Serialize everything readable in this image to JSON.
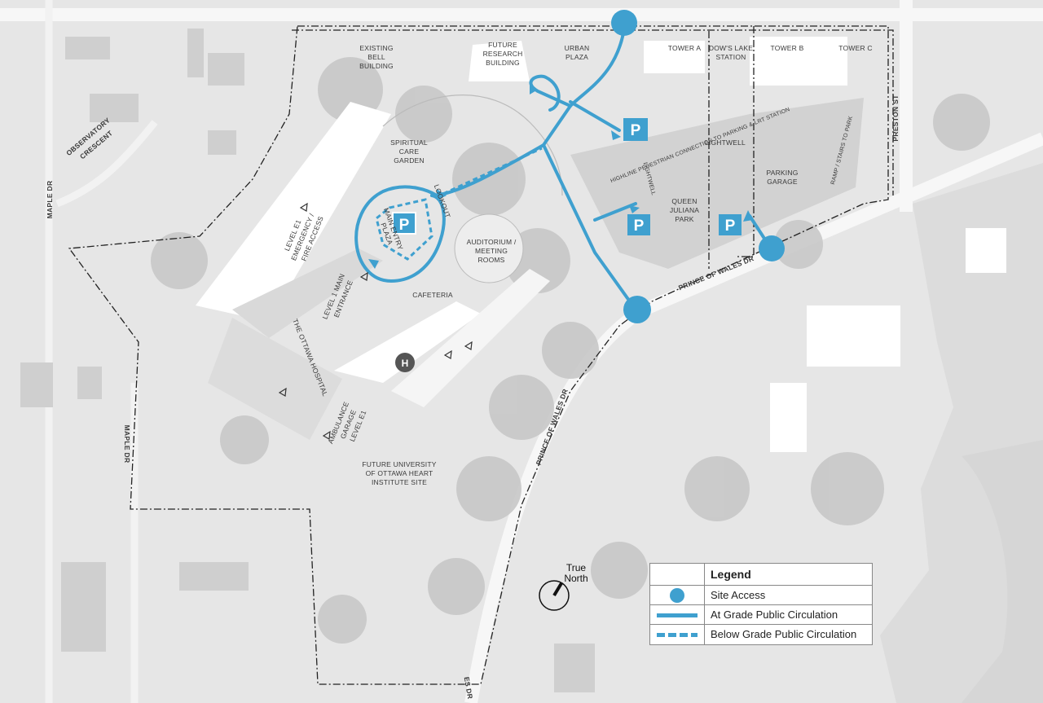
{
  "colors": {
    "accent": "#3fa0cf",
    "parking_fill": "#3fa0cf",
    "boundary": "#222222"
  },
  "map_labels": {
    "existing_bell": [
      "EXISTING",
      "BELL",
      "BUILDING"
    ],
    "future_research": [
      "FUTURE",
      "RESEARCH",
      "BUILDING"
    ],
    "urban_plaza": [
      "URBAN",
      "PLAZA"
    ],
    "tower_a": "TOWER A",
    "dows_lake": [
      "DOW'S LAKE",
      "STATION"
    ],
    "tower_b": "TOWER B",
    "tower_c": "TOWER C",
    "spiritual": [
      "SPIRITUAL",
      "CARE",
      "GARDEN"
    ],
    "lookout": "LOOKOUT",
    "main_entry": [
      "MAIN ENTRY",
      "PLAZA"
    ],
    "level_e1": [
      "LEVEL E1",
      "EMERGENCY /",
      "FIRE ACCESS"
    ],
    "level1_main": [
      "LEVEL 1 MAIN",
      "ENTRANCE"
    ],
    "ottawa_hospital": "THE OTTAWA HOSPITAL",
    "auditorium": [
      "AUDITORIUM /",
      "MEETING",
      "ROOMS"
    ],
    "cafeteria": "CAFETERIA",
    "ambulance": [
      "AMBULANCE",
      "GARAGE",
      "LEVEL E1"
    ],
    "future_univ": [
      "FUTURE UNIVERSITY",
      "OF OTTAWA HEART",
      "INSTITUTE SITE"
    ],
    "highline": "HIGHLINE PEDESTRIAN CONNECTION TO PARKING & LRT STATION",
    "lightwell_1": "LIGHTWELL",
    "lightwell_2": "LIGHTWELL",
    "queen_juliana": [
      "QUEEN",
      "JULIANA",
      "PARK"
    ],
    "parking_garage": [
      "PARKING",
      "GARAGE"
    ],
    "ramp_stairs": "RAMP / STAIRS TO PARK",
    "heli": "H",
    "parking_symbol": "P"
  },
  "roads": {
    "observatory": [
      "OBSERVATORY",
      "CRESCENT"
    ],
    "maple_top": "MAPLE DR",
    "maple_bottom": "MAPLE DR",
    "prince_wales_1": "PRINCE OF WALES DR",
    "prince_wales_2": "PRINCE OF WALES DR",
    "prince_wales_3": "ES DR",
    "preston": "PRESTON ST"
  },
  "north_arrow": [
    "True",
    "North"
  ],
  "legend": {
    "title": "Legend",
    "items": [
      {
        "label": "Site Access",
        "symbol": "dot"
      },
      {
        "label": "At Grade Public Circulation",
        "symbol": "solid-line"
      },
      {
        "label": "Below Grade Public Circulation",
        "symbol": "dashed-line"
      }
    ]
  }
}
